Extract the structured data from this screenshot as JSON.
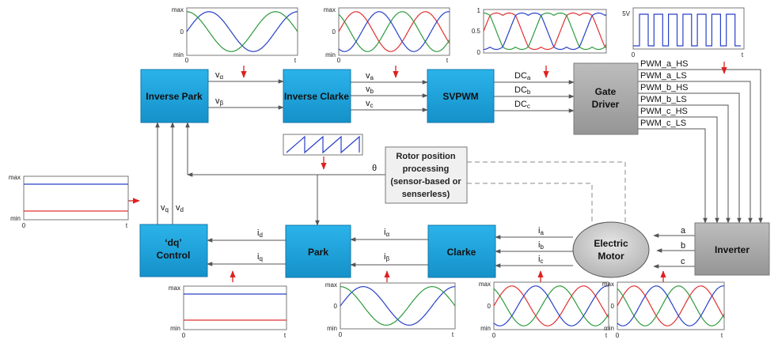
{
  "blocks": {
    "inverse_park": "Inverse Park",
    "inverse_clarke": "Inverse Clarke",
    "svpwm": "SVPWM",
    "gate_driver_1": "Gate",
    "gate_driver_2": "Driver",
    "dq_control_1": "‘dq’",
    "dq_control_2": "Control",
    "park": "Park",
    "clarke": "Clarke",
    "motor_1": "Electric",
    "motor_2": "Motor",
    "inverter": "Inverter",
    "rotor_1": "Rotor position",
    "rotor_2": "processing",
    "rotor_3": "(sensor-based or",
    "rotor_4": "senserless)"
  },
  "signals": {
    "v": "v",
    "alpha": "α",
    "beta": "β",
    "a": "a",
    "b": "b",
    "c": "c",
    "q": "q",
    "d": "d",
    "i": "i",
    "dc": "DC",
    "theta": "θ",
    "phase_a": "a",
    "phase_b": "b",
    "phase_c": "c",
    "pwm": [
      "PWM_a_HS",
      "PWM_a_LS",
      "PWM_b_HS",
      "PWM_b_LS",
      "PWM_c_HS",
      "PWM_c_LS"
    ]
  },
  "axes": {
    "max": "max",
    "min": "min",
    "zero": "0",
    "t": "t",
    "one": "1",
    "half": "0.5",
    "five_v": "5V"
  },
  "colors": {
    "block_fill": "#1aa3dc",
    "gate_fill": "#a9a9a9",
    "arrow_red": "#e02020",
    "wave_red": "#e03030",
    "wave_green": "#2e9a3e",
    "wave_blue": "#2840c8"
  }
}
